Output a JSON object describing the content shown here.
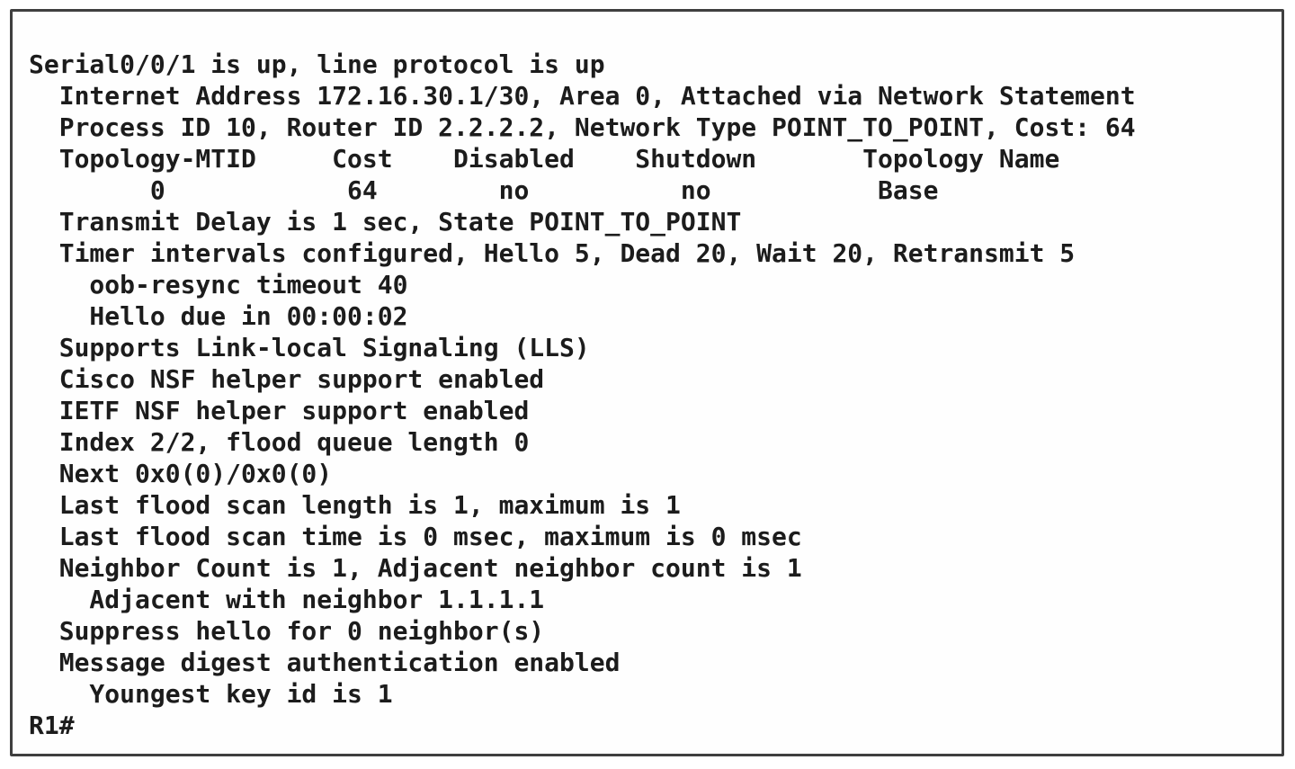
{
  "terminal": {
    "lines": [
      "Serial0/0/1 is up, line protocol is up",
      "  Internet Address 172.16.30.1/30, Area 0, Attached via Network Statement",
      "  Process ID 10, Router ID 2.2.2.2, Network Type POINT_TO_POINT, Cost: 64",
      "  Topology-MTID     Cost    Disabled    Shutdown       Topology Name",
      "        0            64        no          no           Base",
      "  Transmit Delay is 1 sec, State POINT_TO_POINT",
      "  Timer intervals configured, Hello 5, Dead 20, Wait 20, Retransmit 5",
      "    oob-resync timeout 40",
      "    Hello due in 00:00:02",
      "  Supports Link-local Signaling (LLS)",
      "  Cisco NSF helper support enabled",
      "  IETF NSF helper support enabled",
      "  Index 2/2, flood queue length 0",
      "  Next 0x0(0)/0x0(0)",
      "  Last flood scan length is 1, maximum is 1",
      "  Last flood scan time is 0 msec, maximum is 0 msec",
      "  Neighbor Count is 1, Adjacent neighbor count is 1",
      "    Adjacent with neighbor 1.1.1.1",
      "  Suppress hello for 0 neighbor(s)",
      "  Message digest authentication enabled",
      "    Youngest key id is 1",
      "R1#"
    ],
    "prompt": "R1#"
  },
  "colors": {
    "background": "#ffffff",
    "console_background": "#fefefe",
    "text": "#1c1c1c",
    "border": "#3f3f3f"
  }
}
